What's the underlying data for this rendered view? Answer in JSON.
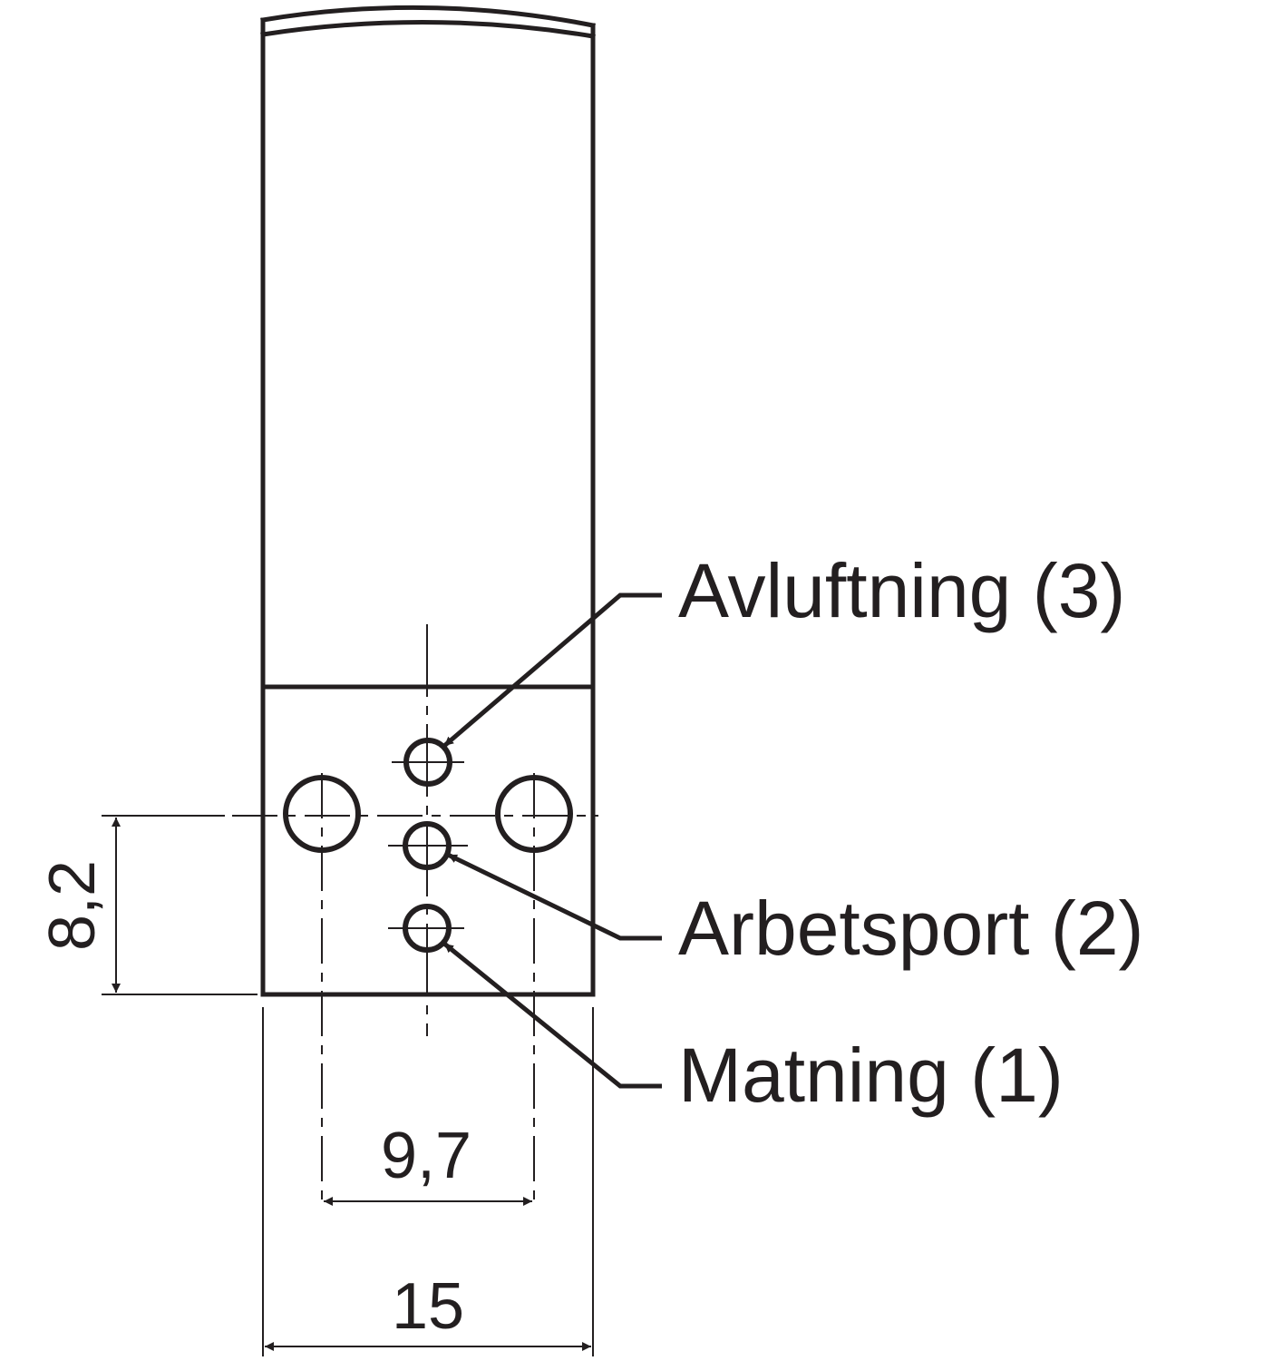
{
  "colors": {
    "line": "#231f20",
    "background": "#ffffff"
  },
  "ports": {
    "exhaust": "Avluftning (3)",
    "working": "Arbetsport (2)",
    "supply": "Matning (1)"
  },
  "dimensions": {
    "height": "8,2",
    "hole_spacing": "9,7",
    "width": "15"
  }
}
